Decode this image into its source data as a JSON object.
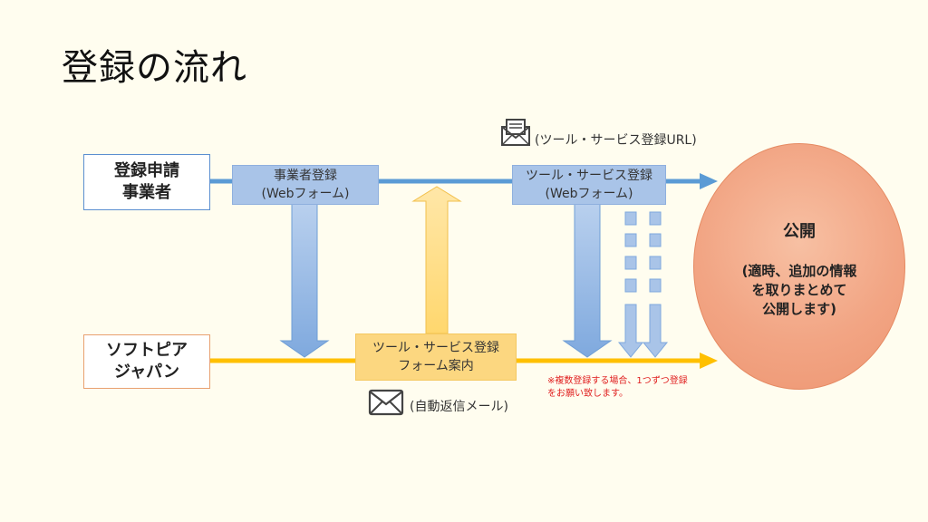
{
  "title": "登録の流れ",
  "actors": {
    "applicant": [
      "登録申請",
      "事業者"
    ],
    "softopia": [
      "ソフトピア",
      "ジャパン"
    ]
  },
  "steps": {
    "business_registration": [
      "事業者登録",
      "(Webフォーム)"
    ],
    "tool_registration": [
      "ツール・サービス登録",
      "(Webフォーム)"
    ],
    "form_guide": [
      "ツール・サービス登録",
      "フォーム案内"
    ]
  },
  "publish": {
    "title": "公開",
    "desc": [
      "(適時、追加の情報",
      "を取りまとめて",
      "公開します)"
    ]
  },
  "mail_labels": {
    "top": "(ツール・サービス登録URL)",
    "bottom": "(自動返信メール)"
  },
  "note": [
    "※複数登録する場合、1つずつ登録",
    "をお願い致します。"
  ],
  "colors": {
    "blue_line": "#5b9bd5",
    "blue_box": "#a9c4e8",
    "yellow_line": "#ffc000",
    "yellow_box": "#fcd780",
    "circle": "#f2a584",
    "note": "#e02020"
  }
}
